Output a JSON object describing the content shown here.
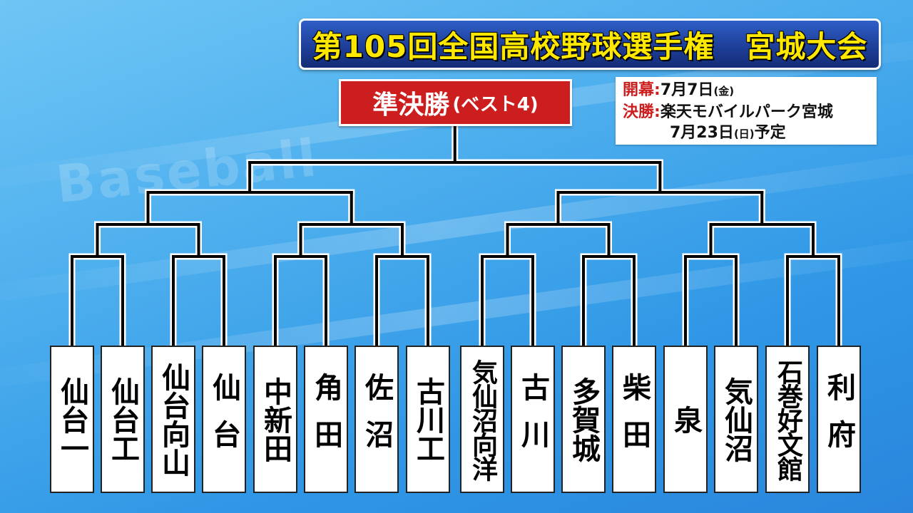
{
  "title": "第105回全国高校野球選手権　宮城大会",
  "round": {
    "main": "準決勝",
    "sub": "(ベスト4)"
  },
  "info": {
    "opening_key": "開幕:",
    "opening_value": "7月7日",
    "opening_day": "(金)",
    "final_key": "決勝:",
    "final_venue": "楽天モバイルパーク宮城",
    "final_date": "7月23日",
    "final_day": "(日)",
    "final_note": "予定"
  },
  "watermark": "Baseball",
  "teams": [
    {
      "name": "仙台一"
    },
    {
      "name": "仙台工"
    },
    {
      "name": "仙台向山"
    },
    {
      "name": "仙台"
    },
    {
      "name": "中新田"
    },
    {
      "name": "角田"
    },
    {
      "name": "佐沼"
    },
    {
      "name": "古川工"
    },
    {
      "name": "気仙沼向洋"
    },
    {
      "name": "古川"
    },
    {
      "name": "多賀城"
    },
    {
      "name": "柴田"
    },
    {
      "name": "泉"
    },
    {
      "name": "気仙沼"
    },
    {
      "name": "石巻好文館"
    },
    {
      "name": "利府"
    }
  ],
  "colors": {
    "title_text": "#ffe800",
    "title_bar": "#1e3f99",
    "round_label": "#cc1e1e",
    "info_key": "#cc1e1e",
    "bracket_line": "#000000"
  }
}
